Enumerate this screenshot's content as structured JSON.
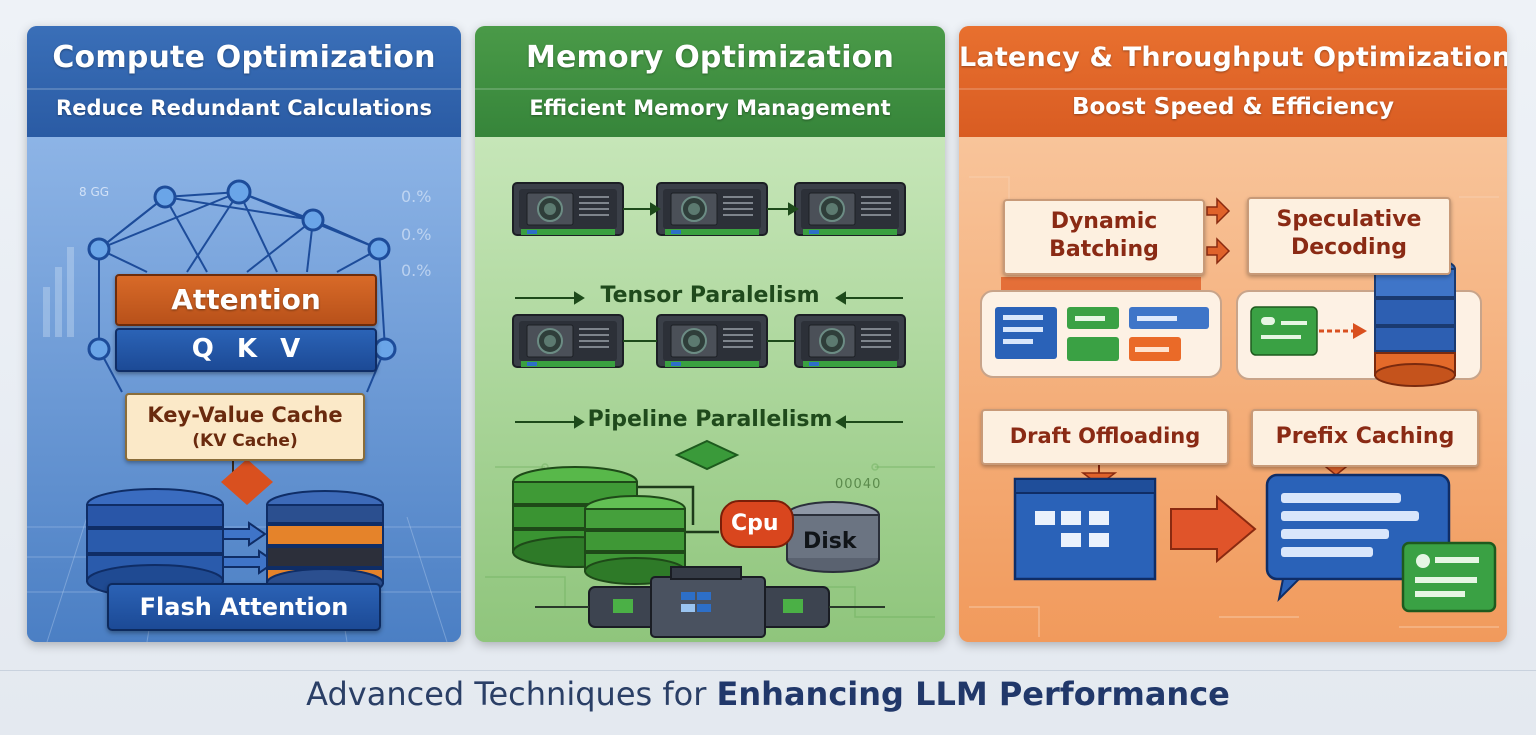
{
  "panels": {
    "compute": {
      "title": "Compute Optimization",
      "subtitle": "Reduce Redundant Calculations",
      "attention": "Attention",
      "qkv": "Q K V",
      "kv_cache_line1": "Key-Value Cache",
      "kv_cache_line2": "(KV Cache)",
      "flash_attention": "Flash Attention",
      "bg_label": "8 GG",
      "bg_pct": "0.%",
      "colors": {
        "header": "#2f63ad",
        "body": "#4f86cc",
        "accent": "#c85d1d"
      }
    },
    "memory": {
      "title": "Memory Optimization",
      "subtitle": "Efficient Memory Management",
      "tensor_parallelism": "Tensor Paralelism",
      "pipeline_parallelism": "Pipeline Parallelism",
      "cpu": "Cpu",
      "disk": "Disk",
      "bg_digits": "00040",
      "colors": {
        "header": "#3f8f3f",
        "body": "#a8d49a"
      }
    },
    "latency": {
      "title": "Latency & Throughput Optimization",
      "subtitle": "Boost Speed & Efficiency",
      "dynamic_batching_line1": "Dynamic",
      "dynamic_batching_line2": "Batching",
      "speculative_decoding_line1": "Speculative",
      "speculative_decoding_line2": "Decoding",
      "draft_offloading": "Draft Offloading",
      "prefix_caching": "Prefix Caching",
      "colors": {
        "header": "#e0642a",
        "body": "#f4a46c",
        "label_text": "#8a2a14"
      }
    }
  },
  "footer": {
    "title_plain": "Advanced Techniques for ",
    "title_bold": "Enhancing LLM Performance"
  }
}
